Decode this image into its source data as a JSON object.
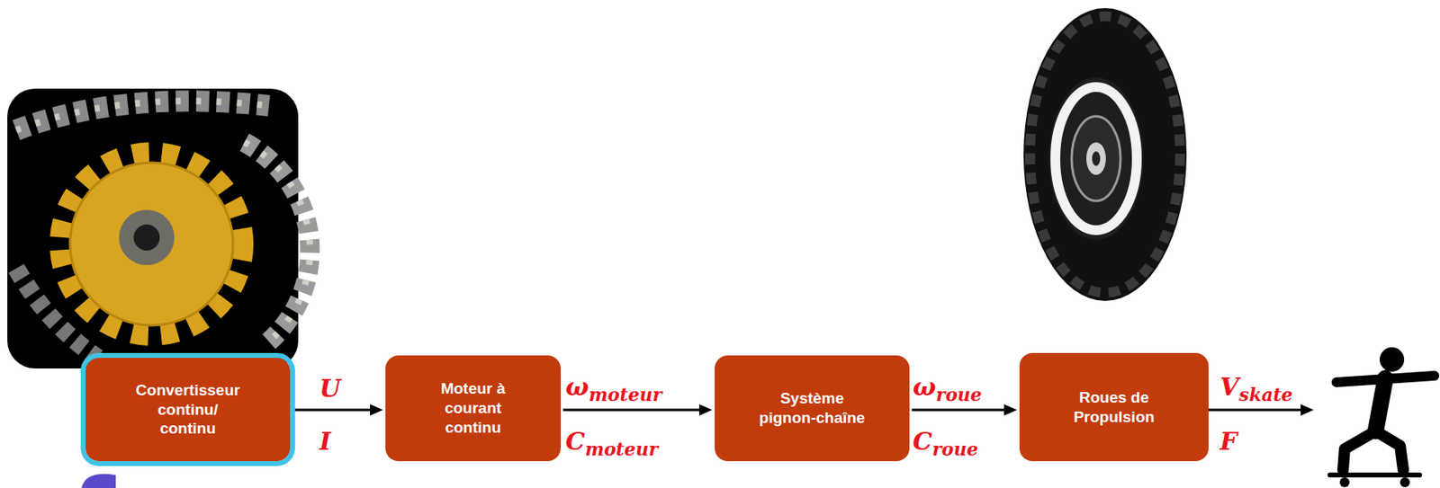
{
  "diagram": {
    "nodes": [
      {
        "text": [
          "Convertisseur continu/ continu"
        ]
      },
      {
        "text": [
          "Moteur à courant continu"
        ]
      },
      {
        "text": [
          "Système pignon-chaîne"
        ]
      },
      {
        "text": [
          "Roues de Propulsion"
        ]
      }
    ],
    "edges": [
      {
        "from": 0,
        "to": 1,
        "arrow": "to"
      },
      {
        "from": 1,
        "to": 2,
        "arrow": "to"
      },
      {
        "from": 2,
        "to": 3,
        "arrow": "to"
      }
    ],
    "labels": [
      "U",
      "I",
      "ω",
      "moteur",
      "C",
      "moteur",
      "ω",
      "roue",
      "C",
      "roue",
      "V",
      "skate",
      "F"
    ]
  }
}
